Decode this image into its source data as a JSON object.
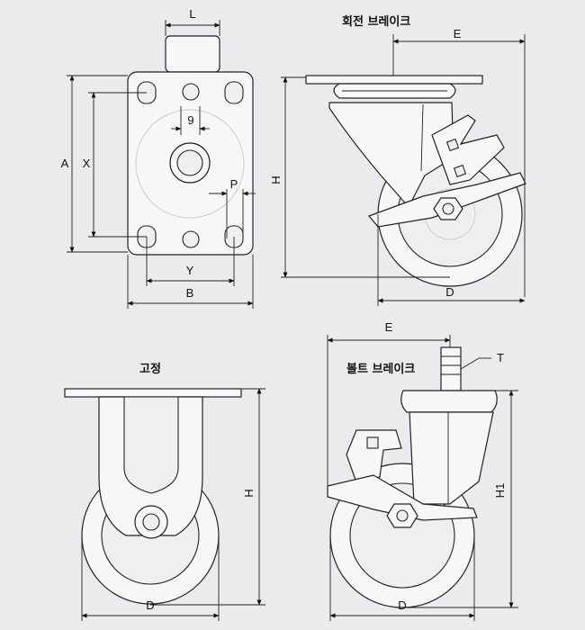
{
  "titles": {
    "swivel_brake": "회전 브레이크",
    "fixed": "고정",
    "bolt_brake": "볼트 브레이크"
  },
  "top_plate_view": {
    "L": "L",
    "A": "A",
    "X": "X",
    "g": "9",
    "P": "P",
    "Y": "Y",
    "B": "B"
  },
  "swivel_brake_view": {
    "E": "E",
    "H": "H",
    "D": "D"
  },
  "fixed_view": {
    "H": "H",
    "D": "D"
  },
  "bolt_brake_view": {
    "E": "E",
    "T": "T",
    "H1": "H1",
    "D": "D"
  }
}
